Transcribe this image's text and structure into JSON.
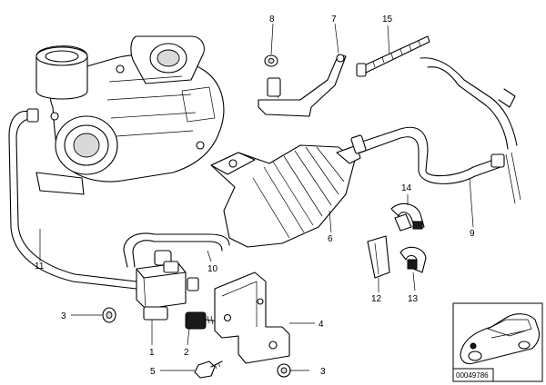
{
  "callouts": {
    "p1": "1",
    "p2": "2",
    "p3a": "3",
    "p3b": "3",
    "p4": "4",
    "p5": "5",
    "p6": "6",
    "p7": "7",
    "p8": "8",
    "p9": "9",
    "p10": "10",
    "p11": "11",
    "p12": "12",
    "p13": "13",
    "p14": "14",
    "p15": "15"
  },
  "inset": {
    "diagram_id": "00049786"
  },
  "colors": {
    "line": "#000000",
    "background": "#ffffff"
  }
}
